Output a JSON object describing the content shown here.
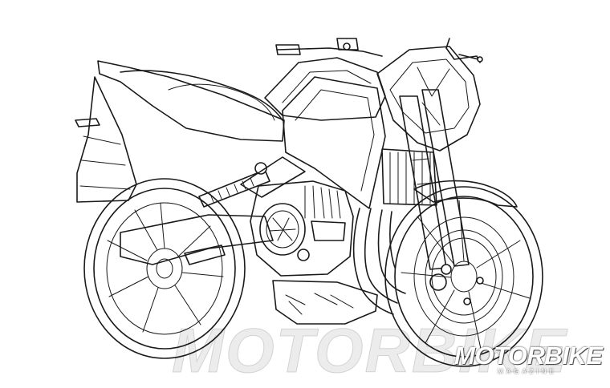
{
  "watermark": {
    "text": "MOTORBIKE"
  },
  "logo": {
    "main": "MOTORBIKE",
    "sub": "MAGAZINE"
  }
}
